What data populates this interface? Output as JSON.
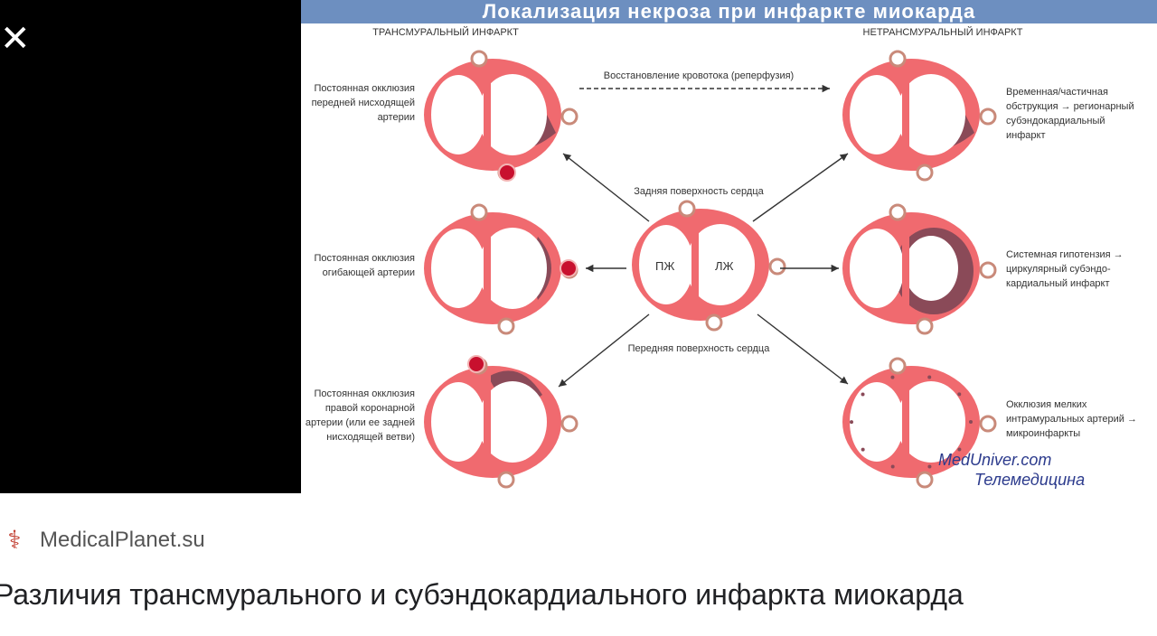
{
  "viewer": {
    "close_icon": "close-icon"
  },
  "diagram": {
    "title": "Локализация некроза при инфаркте миокарда",
    "left_header": "ТРАНСМУРАЛЬНЫЙ ИНФАРКТ",
    "right_header": "НЕТРАНСМУРАЛЬНЫЙ ИНФАРКТ",
    "reperfusion": "Восстановление кровотока (реперфузия)",
    "posterior": "Задняя поверхность сердца",
    "anterior": "Передняя поверхность сердца",
    "rv": "ПЖ",
    "lv": "ЛЖ",
    "left_labels": [
      "Постоянная окклюзия передней нисходящей артерии",
      "Постоянная окклюзия огибающей артерии",
      "Постоянная окклюзия правой коронарной артерии (или ее задней нисходящей ветви)"
    ],
    "right_labels": [
      "Временная/частичная обструкция → регионарный субэндокардиальный инфаркт",
      "Системная гипотензия → циркулярный субэндо-кардиальный инфаркт",
      "Окклюзия мелких интрамуральных артерий → микроинфаркты"
    ],
    "watermark_1": "MedUniver.com",
    "watermark_2": "Телемедицина"
  },
  "source": {
    "site": "MedicalPlanet.su",
    "title": "Различия трансмурального и субэндокардиального инфаркта миокарда"
  },
  "colors": {
    "myocardium": "#f06a6f",
    "necrosis": "#8a4a58",
    "banner": "#6d8fc0"
  }
}
